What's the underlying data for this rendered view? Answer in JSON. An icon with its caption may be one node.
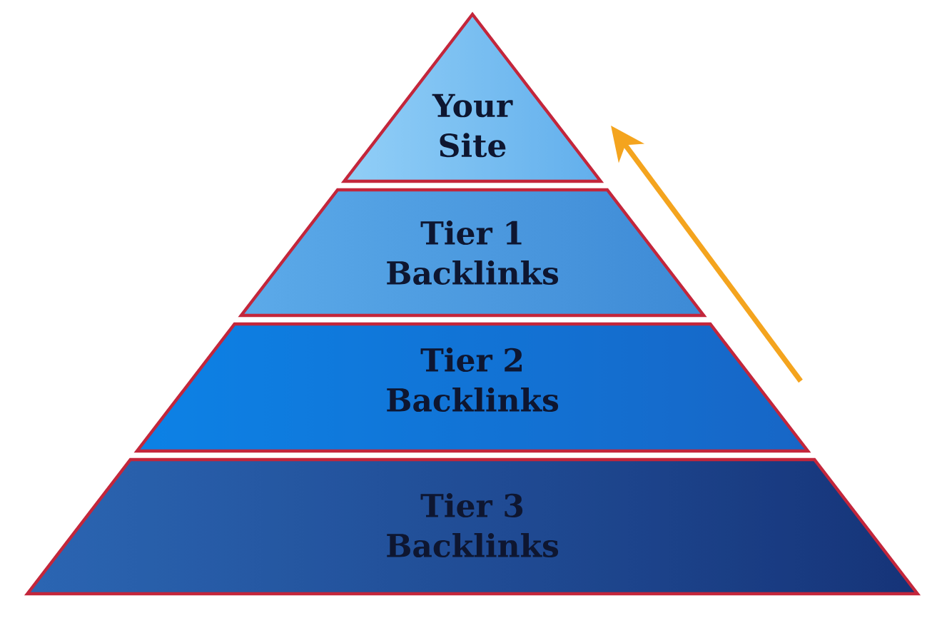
{
  "diagram": {
    "nodes": [
      {
        "text": [
          "Your Site"
        ]
      },
      {
        "text": [
          "Tier 1 Backlinks"
        ]
      },
      {
        "text": [
          "Tier 2 Backlinks"
        ]
      },
      {
        "text": [
          "Tier 3 Backlinks"
        ]
      }
    ]
  }
}
